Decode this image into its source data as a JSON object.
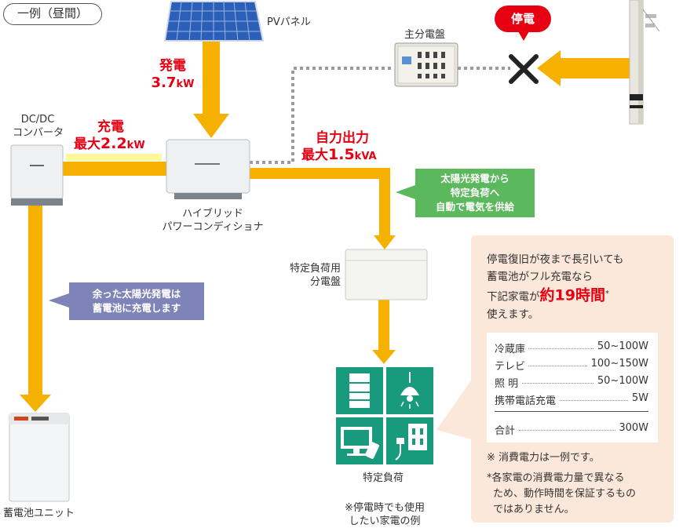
{
  "badge": "一例（昼間）",
  "pv_panel": {
    "label": "PVパネル"
  },
  "generation": {
    "line1": "発電",
    "value": "3.7",
    "unit": "kW"
  },
  "main_breaker": {
    "label": "主分電盤"
  },
  "outage": {
    "label": "停電"
  },
  "dcdc": {
    "line1": "DC/DC",
    "line2": "コンバータ"
  },
  "charge": {
    "line1": "充電",
    "prefix": "最大",
    "value": "2.2",
    "unit": "kW"
  },
  "pcs": {
    "line1": "ハイブリッド",
    "line2": "パワーコンディショナ"
  },
  "self_output": {
    "line1": "自力出力",
    "prefix": "最大",
    "value": "1.5",
    "unit": "kVA"
  },
  "green_callout": {
    "line1": "太陽光発電から",
    "line2": "特定負荷へ",
    "line3": "自動で電気を供給"
  },
  "purple_callout": {
    "line1": "余った太陽光発電は",
    "line2": "蓄電池に充電します"
  },
  "load_panel": {
    "line1": "特定負荷用",
    "line2": "分電盤"
  },
  "battery": {
    "label": "蓄電池ユニット"
  },
  "loads": {
    "label": "特定負荷",
    "note1": "※停電時でも使用",
    "note2": "したい家電の例"
  },
  "info": {
    "line1": "停電復旧が夜まで長引いても",
    "line2": "蓄電池がフル充電なら",
    "line3_prefix": "下記家電が",
    "line3_highlight": "約19時間",
    "line3_mark": "*",
    "line4": "使えます。",
    "items": [
      {
        "name": "冷蔵庫",
        "value": "50~100W"
      },
      {
        "name": "テレビ",
        "value": "100~150W"
      },
      {
        "name": "照 明",
        "value": "50~100W"
      },
      {
        "name": "携帯電話充電",
        "value": "5W"
      }
    ],
    "total": {
      "name": "合計",
      "value": "300W"
    },
    "note1": "※ 消費電力は一例です。",
    "note2_1": "*各家電の消費電力量で異なる",
    "note2_2": "ため、動作時間を保証するもの",
    "note2_3": "ではありません。"
  },
  "colors": {
    "flow": "#f5b000",
    "red": "#e60012",
    "green": "#5cb85c",
    "purple": "#7e84b8",
    "panel_bg": "#fbe8da",
    "appliance": "#189a7d"
  }
}
